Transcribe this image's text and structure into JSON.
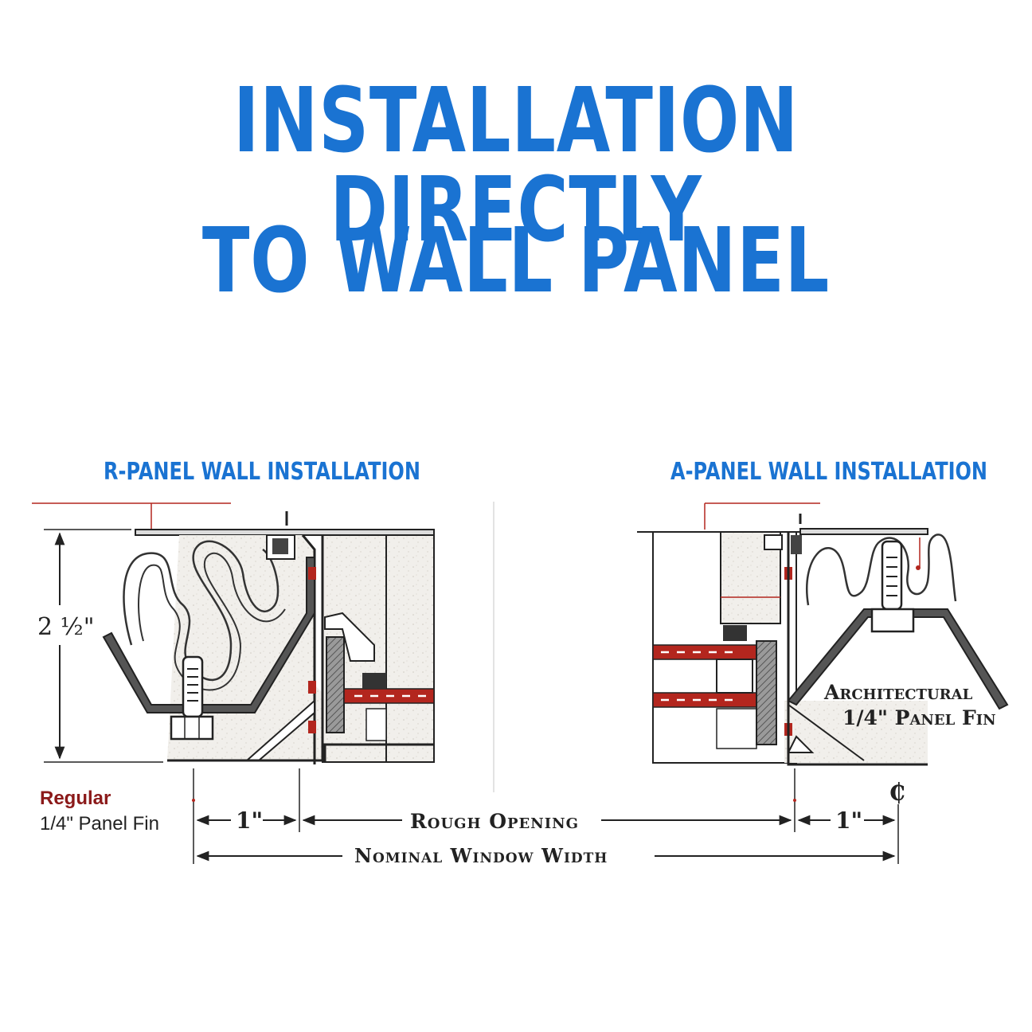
{
  "title_line1": "INSTALLATION DIRECTLY",
  "title_line2": "TO WALL PANEL",
  "left_subtitle": "R-PANEL WALL INSTALLATION",
  "right_subtitle": "A-PANEL WALL INSTALLATION",
  "labels": {
    "height": "2 ½\"",
    "regular": "Regular",
    "regular_fin": "1/4\" Panel Fin",
    "architectural": "Architectural",
    "architectural_fin": "1/4\" Panel Fin",
    "dim_left": "1\"",
    "dim_right": "1\"",
    "rough_opening": "Rough Opening",
    "nominal_width": "Nominal Window Width",
    "centerline": "₵"
  },
  "colors": {
    "accent_blue": "#1a73d2",
    "red": "#b3261e",
    "dark_red": "#8b1a1a",
    "line": "#222222"
  }
}
